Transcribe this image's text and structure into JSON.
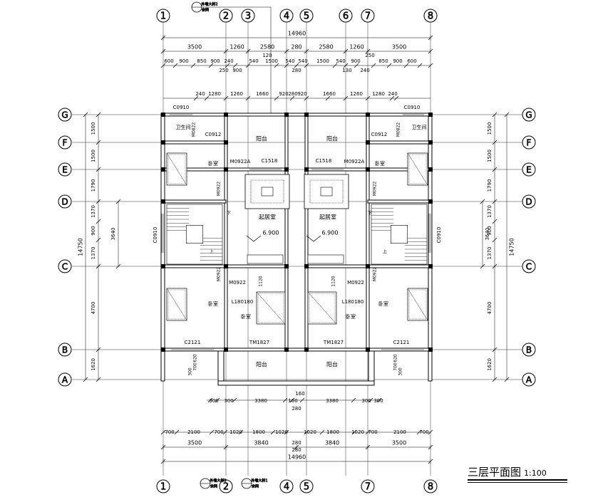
{
  "plan": {
    "title": "三层平面图",
    "scale": "1:100",
    "axes_x": [
      "1",
      "2",
      "3",
      "4",
      "5",
      "6",
      "7",
      "8"
    ],
    "axes_y": [
      "G",
      "F",
      "E",
      "D",
      "C",
      "B",
      "A"
    ],
    "top_total": "14960",
    "top_dims_1": [
      "3500",
      "1260",
      "2580",
      "280",
      "2580",
      "1260",
      "3500"
    ],
    "top_dims_mid": [
      "120",
      "250"
    ],
    "top_dims_2": [
      "600",
      "900",
      "850",
      "900",
      "240",
      "540",
      "1500",
      "540",
      "540",
      "1500",
      "540",
      "900",
      "850",
      "900",
      "600"
    ],
    "top_dims_3": [
      "250",
      "900",
      "280",
      "130",
      "240"
    ],
    "top_dims_4": [
      "240",
      "1280",
      "1260",
      "1660",
      "920",
      "280",
      "920",
      "1660",
      "1260",
      "1280",
      "240"
    ],
    "bottom_dims_1": [
      "300",
      "300",
      "3380",
      "160",
      "3380",
      "300",
      "300"
    ],
    "bottom_dims_1b": [
      "160",
      "280"
    ],
    "bottom_dims_2": [
      "700",
      "2100",
      "700",
      "1020",
      "1800",
      "1020",
      "1020",
      "1800",
      "1020",
      "700",
      "2100",
      "700"
    ],
    "bottom_dims_3": [
      "3500",
      "3840",
      "3840",
      "3500"
    ],
    "bottom_dims_3b": [
      "280",
      "280"
    ],
    "bottom_total": "14960",
    "side_dims": [
      "1500",
      "1500",
      "1790",
      "1370",
      "900",
      "1370",
      "4700",
      "1620"
    ],
    "side_mid": "3640",
    "side_total": "14750",
    "section_marks": [
      "外墙大样2",
      "外墙大样3",
      "外墙大样1"
    ],
    "section_sub": "余同",
    "rooms": {
      "bath": "卫生间",
      "balcony": "阳台",
      "bedroom": "卧室",
      "living": "起居室",
      "up": "上",
      "down": "下"
    },
    "labels": {
      "c0910": "C0910",
      "c0912": "C0912",
      "m0822": "M0822",
      "m0922a": "M0922A",
      "c1518": "C1518",
      "m0922": "M0922",
      "elev": "6.900",
      "l180": "L180180",
      "tm1827": "TM1827",
      "c2121": "C2121",
      "d1120": "1120",
      "d300": "300",
      "d700": "700",
      "d620": "620"
    }
  }
}
